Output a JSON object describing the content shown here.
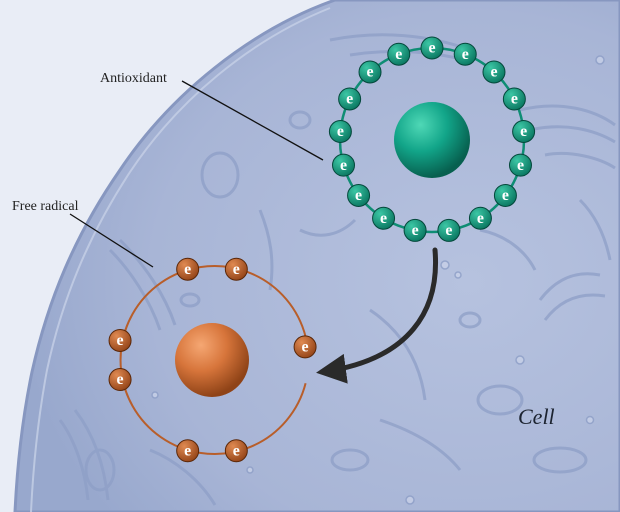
{
  "labels": {
    "antioxidant": "Antioxidant",
    "free_radical": "Free radical",
    "cell": "Cell"
  },
  "electron_symbol": "e",
  "antioxidant": {
    "electron_count": 17,
    "color": "#0f9b7f",
    "nucleus_color": "#12a589"
  },
  "free_radical": {
    "electron_count": 7,
    "color": "#b85e2a",
    "nucleus_color": "#d7753b"
  },
  "colors": {
    "background": "#e9edf6",
    "cell_fill": "#a9b6d6",
    "arrow": "#2a2a2a",
    "leader_line": "#111111"
  }
}
